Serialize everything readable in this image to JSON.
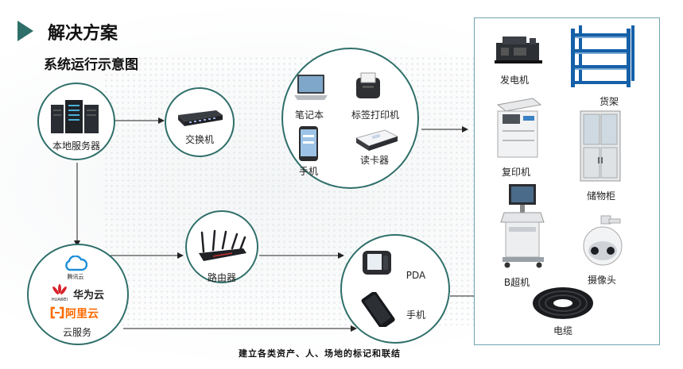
{
  "header": {
    "title": "解决方案",
    "subtitle": "系统运行示意图"
  },
  "nodes": {
    "local_server": "本地服务器",
    "switch": "交换机",
    "router": "路由器",
    "cloud_service": "云服务",
    "laptop": "笔记本",
    "label_printer": "标签打印机",
    "phone_top": "手机",
    "card_reader": "读卡器",
    "pda": "PDA",
    "phone_bottom": "手机"
  },
  "cloud_brands": {
    "tencent": "腾讯云",
    "huawei": "华为云",
    "huawei_small": "HUAWEI",
    "aliyun": "阿里云"
  },
  "assets": {
    "generator": "发电机",
    "shelf": "货架",
    "copier": "复印机",
    "cabinet": "储物柜",
    "ultrasound": "B超机",
    "camera": "摄像头",
    "cable": "电缆"
  },
  "footer": {
    "caption": "建立各类资产、人、场地的标记和联结"
  },
  "colors": {
    "accent": "#2f6f6a",
    "panel_border": "#6fa3b0"
  }
}
